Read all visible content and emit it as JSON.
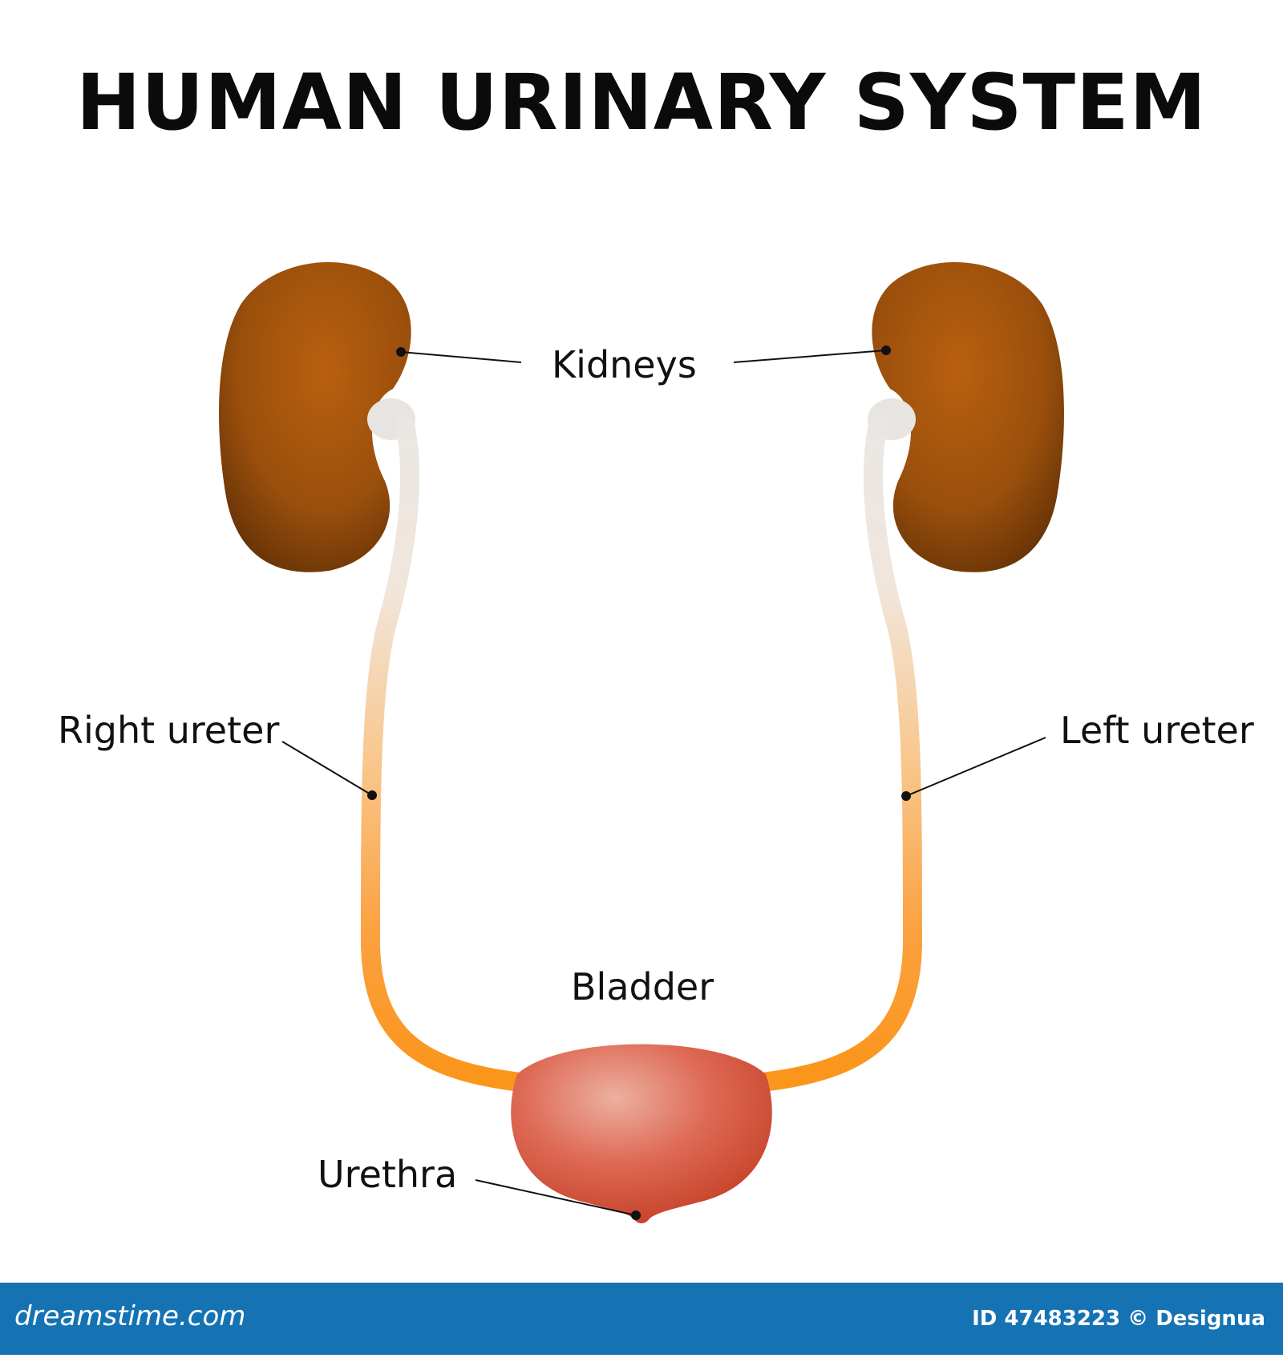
{
  "title": "HUMAN URINARY SYSTEM",
  "labels": {
    "kidneys": "Kidneys",
    "right_ureter": "Right ureter",
    "left_ureter": "Left ureter",
    "bladder": "Bladder",
    "urethra": "Urethra"
  },
  "footer": {
    "brand": "dreamstime.com",
    "image_id": "ID 47483223 © Designua"
  },
  "colors": {
    "kidney": "#a0520d",
    "ureter_top": "#e6e3e0",
    "ureter_bottom": "#fb9720",
    "bladder": "#d9543c",
    "footer_bar": "#1573b4"
  }
}
